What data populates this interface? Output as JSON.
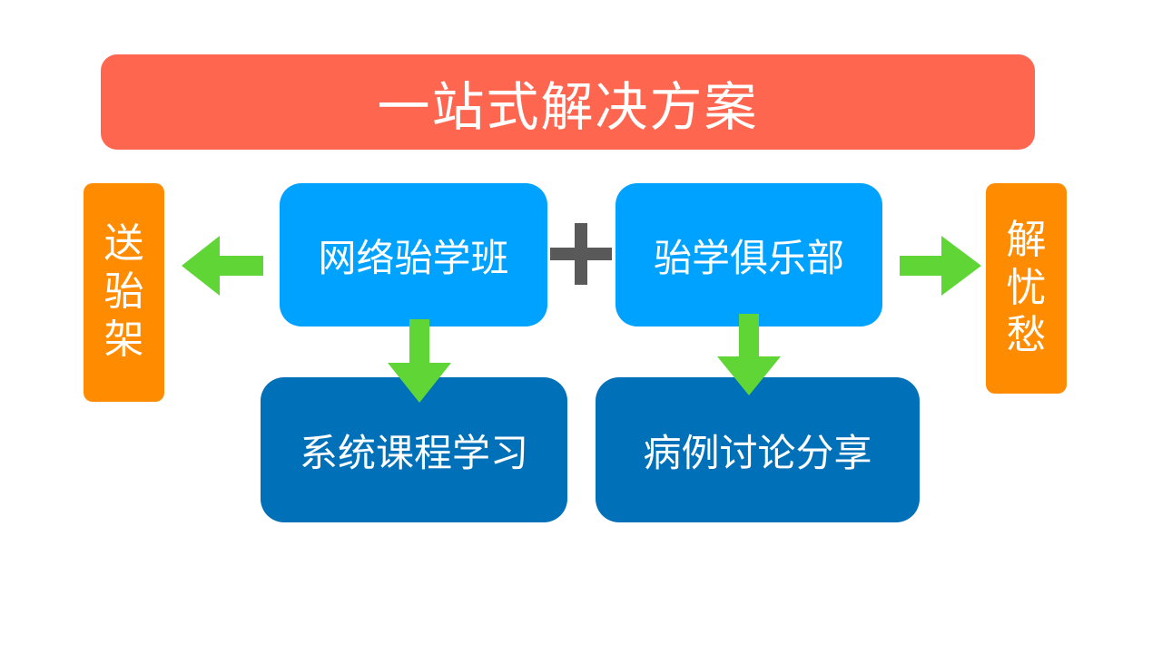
{
  "title": "一站式解决方案",
  "online_class": "网络骀学班",
  "club": "骀学俱乐部",
  "course_study": "系统课程学习",
  "case_sharing": "病例讨论分享",
  "left_side": [
    "送",
    "骀",
    "架"
  ],
  "right_side": [
    "解",
    "忧",
    "愁"
  ],
  "colors": {
    "banner": "#ff6650",
    "light_blue": "#00a2ff",
    "dark_blue": "#0070b8",
    "orange": "#ff8c00",
    "arrow_green": "#5fd636",
    "plus": "#595959"
  },
  "icons": {
    "connector": "plus-icon",
    "arrows": [
      "arrow-left-icon",
      "arrow-right-icon",
      "arrow-down-icon"
    ]
  }
}
